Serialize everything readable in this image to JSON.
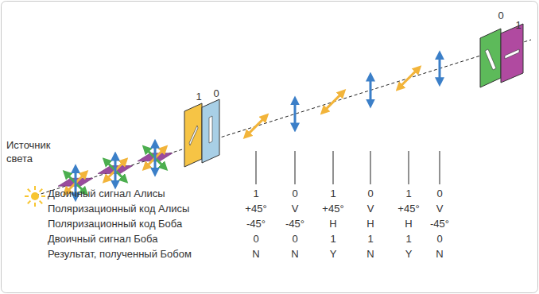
{
  "diagram": {
    "labels": [
      "Источник света",
      "1",
      "0",
      "0",
      "1",
      "Двоичный сигнал Алисы",
      "1",
      "0",
      "1",
      "0",
      "1",
      "0",
      "Поляризационный код Алисы",
      "+45°",
      "V",
      "+45°",
      "V",
      "+45°",
      "V",
      "Поляризационный код Боба",
      "-45°",
      "-45°",
      "H",
      "H",
      "H",
      "-45°",
      "Двоичный сигнал Боба",
      "0",
      "0",
      "1",
      "1",
      "1",
      "0",
      "Результат, полученный Бобом",
      "N",
      "N",
      "Y",
      "N",
      "Y",
      "N"
    ]
  }
}
